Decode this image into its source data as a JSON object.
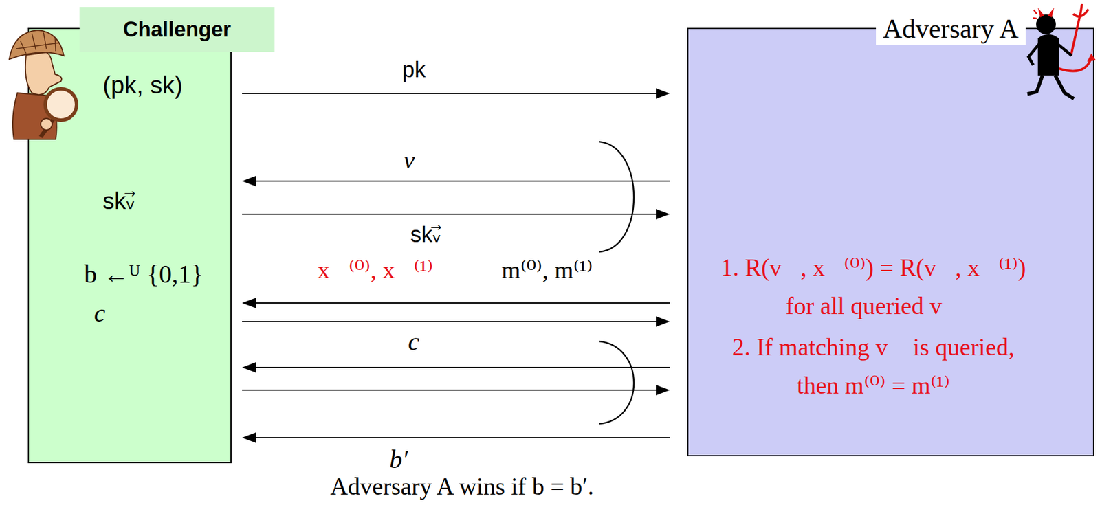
{
  "diagram": {
    "nodes": [
      {
        "text": [
          "Challenger",
          "(pk, sk)",
          "skᵥ⃗",
          "b ←ᵁ {0,1}",
          "c"
        ]
      },
      {
        "text": [
          "Adversary A",
          "1. R(v⃗, x⃗⁽⁰⁾) = R(v⃗, x⃗⁽¹⁾) for all queried v⃗",
          "2. If matching v⃗ is queried, then m⁽⁰⁾ = m⁽¹⁾"
        ]
      }
    ],
    "edges": [
      {
        "from": 0,
        "to": 1,
        "label": "pk",
        "arrow": "to"
      },
      {
        "from": 1,
        "to": 0,
        "label": "v⃗",
        "arrow": "to"
      },
      {
        "from": 0,
        "to": 1,
        "label": "skᵥ⃗",
        "arrow": "to"
      },
      {
        "from": 1,
        "to": 0,
        "label": "x⃗⁽⁰⁾, x⃗⁽¹⁾",
        "arrow": "to"
      },
      {
        "from": 0,
        "to": 1,
        "label": "c",
        "arrow": "to"
      },
      {
        "from": 1,
        "to": 0,
        "arrow": "to"
      },
      {
        "from": 0,
        "to": 1,
        "arrow": "to"
      },
      {
        "from": 1,
        "to": 0,
        "label": "b′",
        "arrow": "to"
      }
    ],
    "labels": [
      "m⁽⁰⁾, m⁽¹⁾"
    ],
    "caption": "Adversary A wins if b = b′."
  }
}
